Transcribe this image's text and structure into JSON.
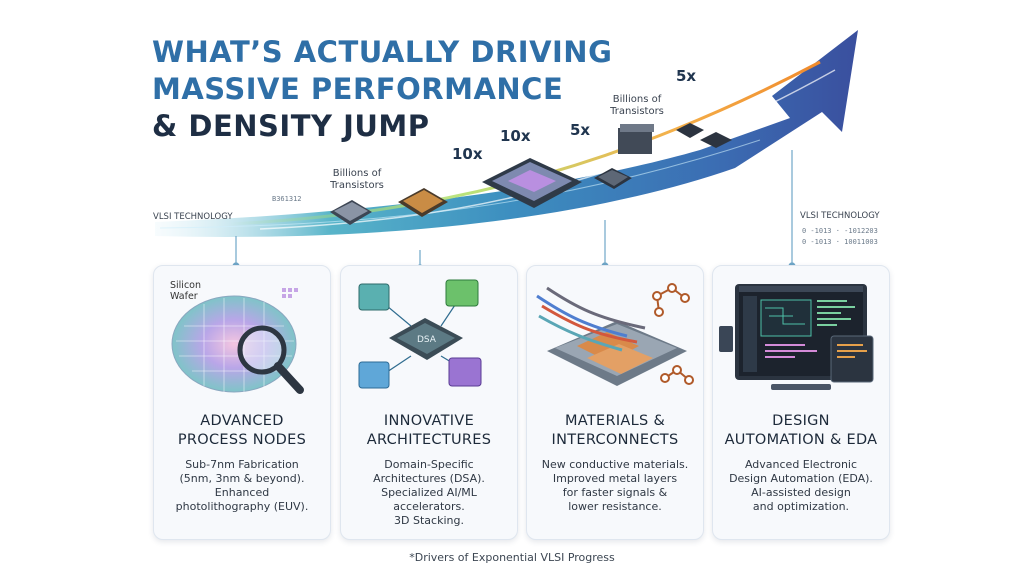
{
  "title": {
    "line1": "WHAT’S ACTUALLY DRIVING",
    "line2": "MASSIVE PERFORMANCE",
    "line3": "& DENSITY JUMP"
  },
  "arrow_labels": {
    "vlsi_left": "VLSI TECHNOLOGY",
    "code_left": "B361312",
    "billions_left": "Billions of Transistors",
    "mult_10x_a": "10x",
    "mult_10x_b": "10x",
    "mult_5x_a": "5x",
    "mult_5x_b": "5x",
    "billions_right": "Billions of Transistors",
    "vlsi_right": "VLSI TECHNOLOGY",
    "code_right_1": "0 -1013 · -1012203",
    "code_right_2": "0 -1013 · 10011003"
  },
  "cards": [
    {
      "icon": "magnifier-wafer-icon",
      "art_label": "Silicon Wafer",
      "heading": [
        "ADVANCED",
        "PROCESS NODES"
      ],
      "body": [
        "Sub-7nm Fabrication",
        "(5nm, 3nm & beyond).",
        "Enhanced",
        "photolithography (EUV)."
      ]
    },
    {
      "icon": "chip-network-icon",
      "art_label": "DSA",
      "heading": [
        "INNOVATIVE",
        "ARCHITECTURES"
      ],
      "body": [
        "Domain-Specific",
        "Architectures (DSA).",
        "Specialized AI/ML",
        "accelerators.",
        "3D Stacking."
      ]
    },
    {
      "icon": "interconnect-layers-icon",
      "art_label": "",
      "heading": [
        "MATERIALS &",
        "INTERCONNECTS"
      ],
      "body": [
        "New conductive materials.",
        "Improved metal layers",
        "for faster signals &",
        "lower resistance."
      ]
    },
    {
      "icon": "eda-software-icon",
      "art_label": "",
      "heading": [
        "DESIGN",
        "AUTOMATION & EDA"
      ],
      "body": [
        "Advanced Electronic",
        "Design Automation (EDA).",
        "AI-assisted design",
        "and optimization."
      ]
    }
  ],
  "footnote": "*Drivers of Exponential VLSI Progress",
  "colors": {
    "title_blue": "#2f6fa7",
    "title_dark": "#1e2e44",
    "arrow_start": "#5fb7d6",
    "arrow_end": "#3c5fa8",
    "accent_orange": "#f08a2c"
  }
}
